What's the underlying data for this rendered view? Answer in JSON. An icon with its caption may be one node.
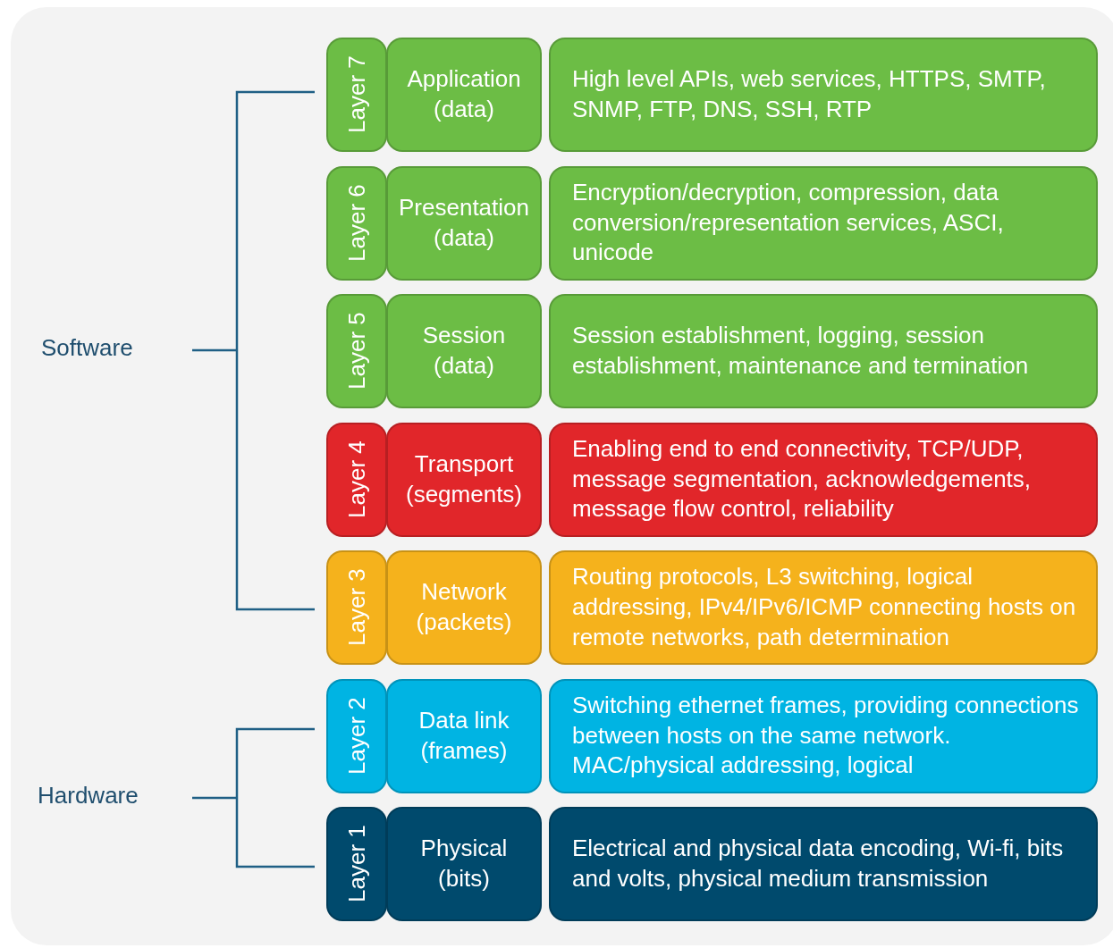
{
  "diagram": {
    "nodes": [
      {
        "text": [
          "Layer 7"
        ]
      },
      {
        "text": [
          "Application (data)"
        ]
      },
      {
        "text": [
          "High level APIs, web services, HTTPS, SMTP, SNMP, FTP, DNS, SSH, RTP"
        ]
      },
      {
        "text": [
          "Layer 6"
        ]
      },
      {
        "text": [
          "Presentation (data)"
        ]
      },
      {
        "text": [
          "Encryption/decryption, compression, data conversion/representation services, ASCI, unicode"
        ]
      },
      {
        "text": [
          "Layer 5"
        ]
      },
      {
        "text": [
          "Session (data)"
        ]
      },
      {
        "text": [
          "Session establishment, logging, session establishment, maintenance and termination"
        ]
      },
      {
        "text": [
          "Layer 4"
        ]
      },
      {
        "text": [
          "Transport (segments)"
        ]
      },
      {
        "text": [
          "Enabling end to end connectivity, TCP/UDP, message segmentation, acknowledgements, message flow control, reliability"
        ]
      },
      {
        "text": [
          "Layer 3"
        ]
      },
      {
        "text": [
          "Network (packets)"
        ]
      },
      {
        "text": [
          "Routing protocols, L3 switching, logical addressing, IPv4/IPv6/ICMP connecting hosts on remote networks, path determination"
        ]
      },
      {
        "text": [
          "Layer 2"
        ]
      },
      {
        "text": [
          "Data link (frames)"
        ]
      },
      {
        "text": [
          "Switching ethernet frames, providing connections between hosts on the same network. MAC/physical addressing, logical"
        ]
      },
      {
        "text": [
          "Layer 1"
        ]
      },
      {
        "text": [
          "Physical (bits)"
        ]
      },
      {
        "text": [
          "Electrical and physical data encoding, Wi-fi, bits and volts, physical medium transmission"
        ]
      }
    ],
    "labels": [
      "Software",
      "Hardware"
    ]
  }
}
